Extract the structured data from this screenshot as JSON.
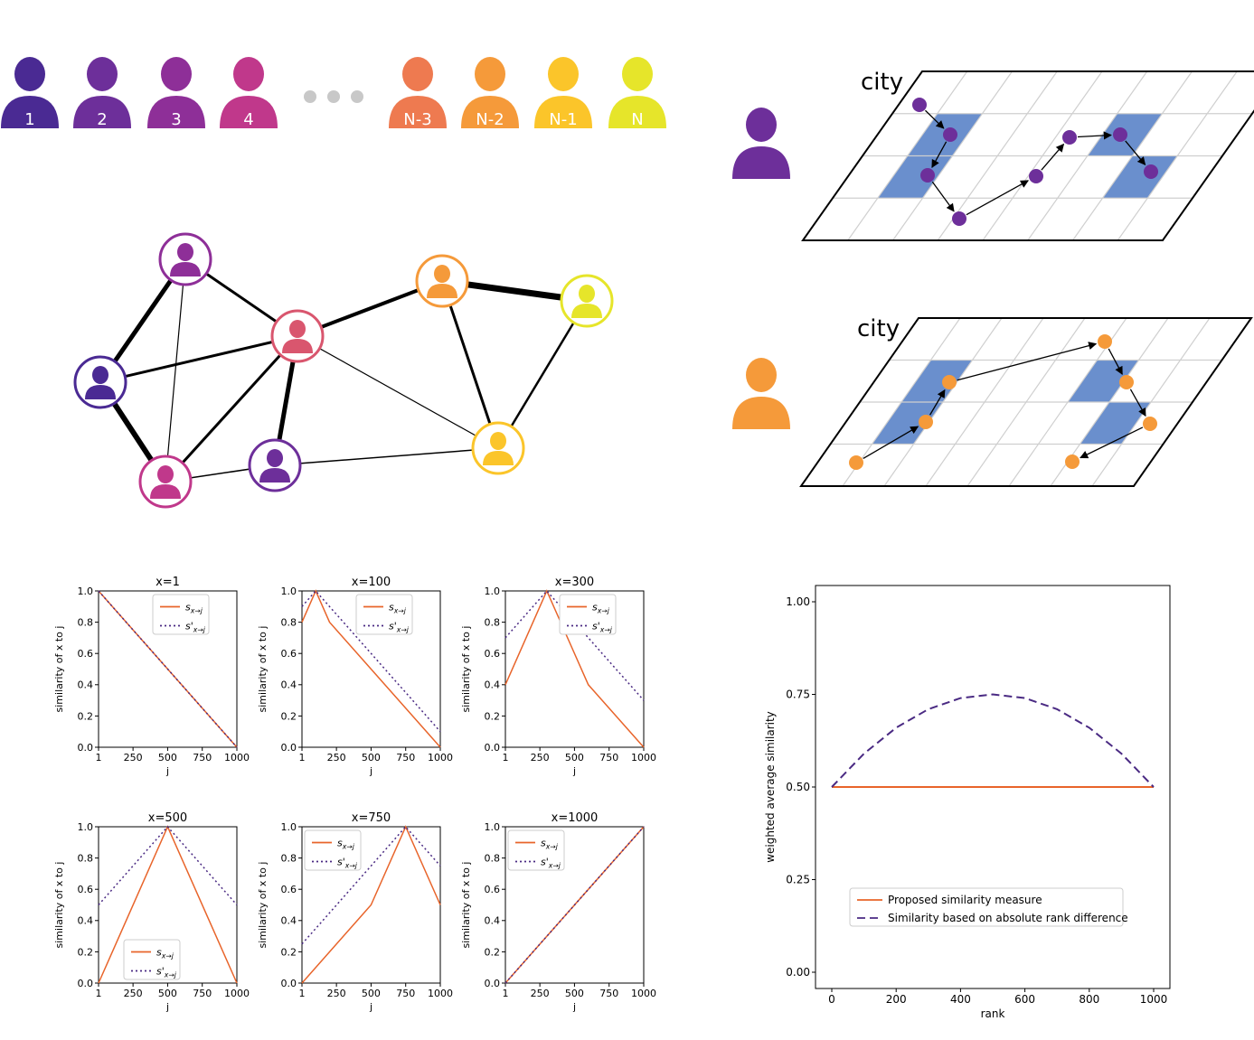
{
  "colors": {
    "p1": "#4a2a93",
    "p2": "#6d2f9a",
    "p3": "#8e2f98",
    "p4": "#c0388b",
    "pn3": "#ee7a50",
    "pn2": "#f59a3a",
    "pn1": "#fbc52a",
    "pn": "#e6e52a",
    "hub": "#d9566e",
    "grid_fill": "#6a8fcd",
    "orange_line": "#e8642a",
    "purple_line": "#4a2a83",
    "dot": "#c8c8c8"
  },
  "people_row": {
    "items": [
      {
        "label": "1",
        "color": "#4a2a93"
      },
      {
        "label": "2",
        "color": "#6d2f9a"
      },
      {
        "label": "3",
        "color": "#8e2f98"
      },
      {
        "label": "4",
        "color": "#c0388b"
      },
      {
        "label": "N-3",
        "color": "#ee7a50"
      },
      {
        "label": "N-2",
        "color": "#f59a3a"
      },
      {
        "label": "N-1",
        "color": "#fbc52a"
      },
      {
        "label": "N",
        "color": "#e6e52a"
      }
    ]
  },
  "city_panels": [
    {
      "label": "city",
      "user_color": "#6d2f9a"
    },
    {
      "label": "city",
      "user_color": "#f59a3a"
    }
  ],
  "network": {
    "nodes": [
      {
        "id": "a",
        "color": "#8e2f98"
      },
      {
        "id": "b",
        "color": "#4a2a93"
      },
      {
        "id": "c",
        "color": "#c0388b"
      },
      {
        "id": "d",
        "color": "#d9566e"
      },
      {
        "id": "e",
        "color": "#6d2f9a"
      },
      {
        "id": "f",
        "color": "#f59a3a"
      },
      {
        "id": "g",
        "color": "#e6e52a"
      },
      {
        "id": "h",
        "color": "#fbc52a"
      }
    ]
  },
  "chart_data": [
    {
      "type": "line",
      "title": "x=1",
      "xlabel": "j",
      "ylabel": "similarity of x to j",
      "xlim": [
        1,
        1000
      ],
      "ylim": [
        0.0,
        1.0
      ],
      "xticks": [
        "1",
        "250",
        "500",
        "750",
        "1000"
      ],
      "yticks": [
        "0.0",
        "0.2",
        "0.4",
        "0.6",
        "0.8",
        "1.0"
      ],
      "legend_position": "top-right",
      "series": [
        {
          "name": "s",
          "sub": "x→j",
          "prime": false,
          "style": "solid",
          "x": [
            1,
            1000
          ],
          "y": [
            1.0,
            0.0
          ]
        },
        {
          "name": "s'",
          "sub": "x→j",
          "prime": true,
          "style": "dotted",
          "x": [
            1,
            1000
          ],
          "y": [
            1.0,
            0.0
          ]
        }
      ]
    },
    {
      "type": "line",
      "title": "x=100",
      "xlabel": "j",
      "ylabel": "similarity of x to j",
      "xlim": [
        1,
        1000
      ],
      "ylim": [
        0.0,
        1.0
      ],
      "xticks": [
        "1",
        "250",
        "500",
        "750",
        "1000"
      ],
      "yticks": [
        "0.0",
        "0.2",
        "0.4",
        "0.6",
        "0.8",
        "1.0"
      ],
      "legend_position": "top-right",
      "series": [
        {
          "name": "s",
          "sub": "x→j",
          "prime": false,
          "style": "solid",
          "x": [
            1,
            100,
            200,
            1000
          ],
          "y": [
            0.8,
            1.0,
            0.8,
            0.0
          ]
        },
        {
          "name": "s'",
          "sub": "x→j",
          "prime": true,
          "style": "dotted",
          "x": [
            1,
            100,
            1000
          ],
          "y": [
            0.9,
            1.0,
            0.1
          ]
        }
      ]
    },
    {
      "type": "line",
      "title": "x=300",
      "xlabel": "j",
      "ylabel": "similarity of x to j",
      "xlim": [
        1,
        1000
      ],
      "ylim": [
        0.0,
        1.0
      ],
      "xticks": [
        "1",
        "250",
        "500",
        "750",
        "1000"
      ],
      "yticks": [
        "0.0",
        "0.2",
        "0.4",
        "0.6",
        "0.8",
        "1.0"
      ],
      "legend_position": "top-right",
      "series": [
        {
          "name": "s",
          "sub": "x→j",
          "prime": false,
          "style": "solid",
          "x": [
            1,
            300,
            600,
            1000
          ],
          "y": [
            0.4,
            1.0,
            0.4,
            0.0
          ]
        },
        {
          "name": "s'",
          "sub": "x→j",
          "prime": true,
          "style": "dotted",
          "x": [
            1,
            300,
            1000
          ],
          "y": [
            0.7,
            1.0,
            0.3
          ]
        }
      ]
    },
    {
      "type": "line",
      "title": "x=500",
      "xlabel": "j",
      "ylabel": "similarity of x to j",
      "xlim": [
        1,
        1000
      ],
      "ylim": [
        0.0,
        1.0
      ],
      "xticks": [
        "1",
        "250",
        "500",
        "750",
        "1000"
      ],
      "yticks": [
        "0.0",
        "0.2",
        "0.4",
        "0.6",
        "0.8",
        "1.0"
      ],
      "legend_position": "bottom-center",
      "series": [
        {
          "name": "s",
          "sub": "x→j",
          "prime": false,
          "style": "solid",
          "x": [
            1,
            500,
            1000
          ],
          "y": [
            0.0,
            1.0,
            0.0
          ]
        },
        {
          "name": "s'",
          "sub": "x→j",
          "prime": true,
          "style": "dotted",
          "x": [
            1,
            500,
            1000
          ],
          "y": [
            0.5,
            1.0,
            0.5
          ]
        }
      ]
    },
    {
      "type": "line",
      "title": "x=750",
      "xlabel": "j",
      "ylabel": "similarity of x to j",
      "xlim": [
        1,
        1000
      ],
      "ylim": [
        0.0,
        1.0
      ],
      "xticks": [
        "1",
        "250",
        "500",
        "750",
        "1000"
      ],
      "yticks": [
        "0.0",
        "0.2",
        "0.4",
        "0.6",
        "0.8",
        "1.0"
      ],
      "legend_position": "top-left",
      "series": [
        {
          "name": "s",
          "sub": "x→j",
          "prime": false,
          "style": "solid",
          "x": [
            1,
            500,
            750,
            1000
          ],
          "y": [
            0.0,
            0.5,
            1.0,
            0.5
          ]
        },
        {
          "name": "s'",
          "sub": "x→j",
          "prime": true,
          "style": "dotted",
          "x": [
            1,
            750,
            1000
          ],
          "y": [
            0.25,
            1.0,
            0.75
          ]
        }
      ]
    },
    {
      "type": "line",
      "title": "x=1000",
      "xlabel": "j",
      "ylabel": "similarity of x to j",
      "xlim": [
        1,
        1000
      ],
      "ylim": [
        0.0,
        1.0
      ],
      "xticks": [
        "1",
        "250",
        "500",
        "750",
        "1000"
      ],
      "yticks": [
        "0.0",
        "0.2",
        "0.4",
        "0.6",
        "0.8",
        "1.0"
      ],
      "legend_position": "top-left",
      "series": [
        {
          "name": "s",
          "sub": "x→j",
          "prime": false,
          "style": "solid",
          "x": [
            1,
            1000
          ],
          "y": [
            0.0,
            1.0
          ]
        },
        {
          "name": "s'",
          "sub": "x→j",
          "prime": true,
          "style": "dotted",
          "x": [
            1,
            1000
          ],
          "y": [
            0.0,
            1.0
          ]
        }
      ]
    },
    {
      "type": "line",
      "title": "",
      "xlabel": "rank",
      "ylabel": "weighted average similarity",
      "xlim": [
        0,
        1000
      ],
      "ylim": [
        0.0,
        1.0
      ],
      "xticks": [
        "0",
        "200",
        "400",
        "600",
        "800",
        "1000"
      ],
      "yticks": [
        "0.00",
        "0.25",
        "0.50",
        "0.75",
        "1.00"
      ],
      "legend_position": "lower-center",
      "series": [
        {
          "name": "Proposed similarity measure",
          "style": "solid",
          "x": [
            0,
            1000
          ],
          "y": [
            0.5,
            0.5
          ]
        },
        {
          "name": "Similarity based on absolute rank difference",
          "style": "dashed",
          "x": [
            0,
            100,
            200,
            300,
            400,
            500,
            600,
            700,
            800,
            900,
            1000
          ],
          "y": [
            0.5,
            0.59,
            0.66,
            0.71,
            0.74,
            0.75,
            0.74,
            0.71,
            0.66,
            0.59,
            0.5
          ]
        }
      ]
    }
  ]
}
